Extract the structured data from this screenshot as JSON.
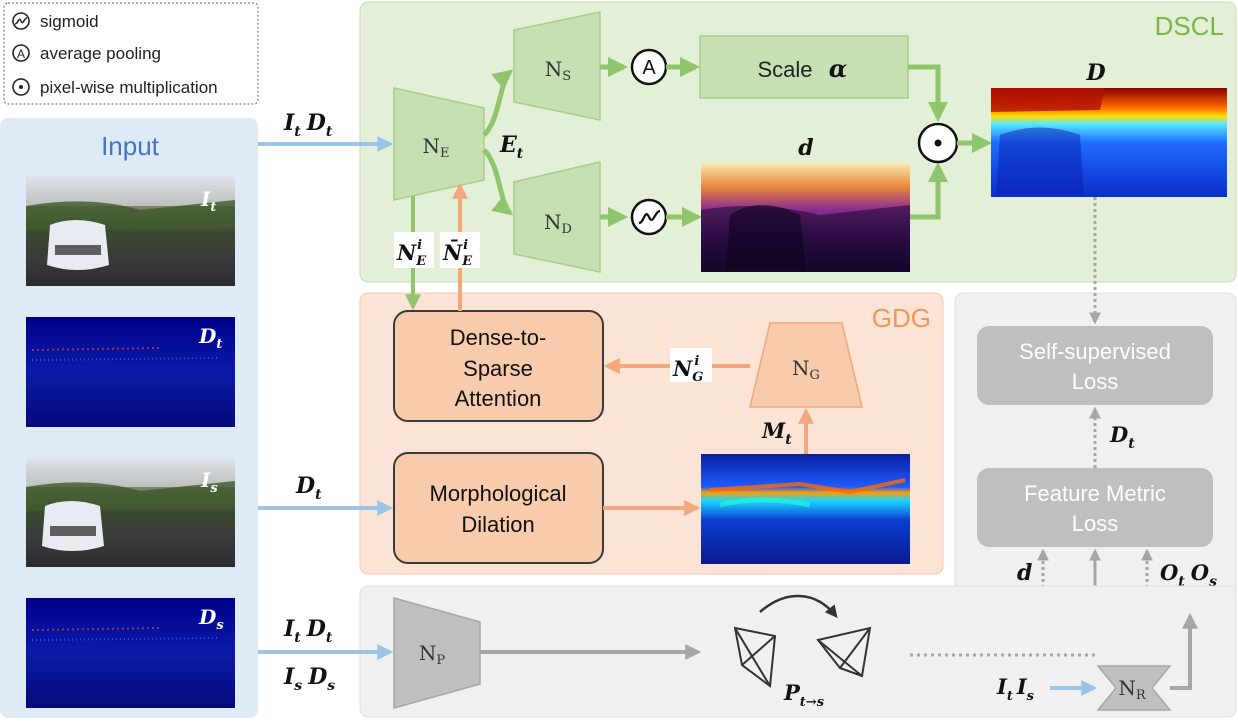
{
  "legend": {
    "sigmoid_label": "sigmoid",
    "avg_pool_label": "average pooling",
    "avg_pool_symbol": "A",
    "pixel_mult_label": "pixel-wise multiplication"
  },
  "panels": {
    "input_title": "Input",
    "dscl_title": "DSCL",
    "gdg_title": "GDG"
  },
  "input_images": {
    "it": {
      "base": "I",
      "sub": "t"
    },
    "dt": {
      "base": "D",
      "sub": "t"
    },
    "is": {
      "base": "I",
      "sub": "s"
    },
    "ds": {
      "base": "D",
      "sub": "s"
    }
  },
  "arrows": {
    "top_input": {
      "a": "I",
      "a_sub": "t",
      "b": "D",
      "b_sub": "t"
    },
    "mid_input": {
      "a": "D",
      "a_sub": "t"
    },
    "bottom_input_1": {
      "a": "I",
      "a_sub": "t",
      "b": "D",
      "b_sub": "t"
    },
    "bottom_input_2": {
      "a": "I",
      "a_sub": "s",
      "b": "D",
      "b_sub": "s"
    }
  },
  "nodes": {
    "ne": {
      "base": "N",
      "sub": "E"
    },
    "ns": {
      "base": "N",
      "sub": "S"
    },
    "nd": {
      "base": "N",
      "sub": "D"
    },
    "ng": {
      "base": "N",
      "sub": "G"
    },
    "np": {
      "base": "N",
      "sub": "P"
    },
    "nr": {
      "base": "N",
      "sub": "R"
    },
    "scale": {
      "text": "Scale",
      "symbol": "α"
    },
    "dense_to_sparse": {
      "line1": "Dense-to-",
      "line2": "Sparse",
      "line3": "Attention"
    },
    "morph": {
      "line1": "Morphological",
      "line2": "Dilation"
    },
    "self_sup": {
      "line1": "Self-supervised",
      "line2": "Loss"
    },
    "feat_metric": {
      "line1": "Feature Metric",
      "line2": "Loss"
    }
  },
  "labels": {
    "et": {
      "base": "E",
      "sub": "t"
    },
    "d_small": "d",
    "d_big": "D",
    "ne_i": {
      "base": "N",
      "sub": "E",
      "sup": "i"
    },
    "ne_bar_i": {
      "base": "N̄",
      "sub": "E",
      "sup": "i"
    },
    "ng_i": {
      "base": "N",
      "sub": "G",
      "sup": "i"
    },
    "mt": {
      "base": "M",
      "sub": "t"
    },
    "dt_loss": {
      "base": "D",
      "sub": "t"
    },
    "d_loss": "d",
    "ot_os": {
      "a": "O",
      "a_sub": "t",
      "b": "O",
      "b_sub": "s"
    },
    "pose": {
      "base": "P",
      "sub": "t→s"
    },
    "it_is": {
      "a": "I",
      "a_sub": "t",
      "b": "I",
      "b_sub": "s"
    }
  },
  "colors": {
    "green_panel": "#e3efd6",
    "green_box": "#c6e0b4",
    "green_stroke": "#8fc56c",
    "green_title": "#7ab648",
    "orange_panel": "#fbe3d5",
    "orange_box": "#f8cbad",
    "orange_arrow": "#f2a77c",
    "orange_title": "#f0975a",
    "blue_panel": "#deebf7",
    "blue_title": "#4472c4",
    "blue_arrow": "#9dc3e6",
    "gray_panel": "#f0f0f0",
    "gray_box": "#bfbfbf",
    "gray_arrow": "#a6a6a6"
  }
}
